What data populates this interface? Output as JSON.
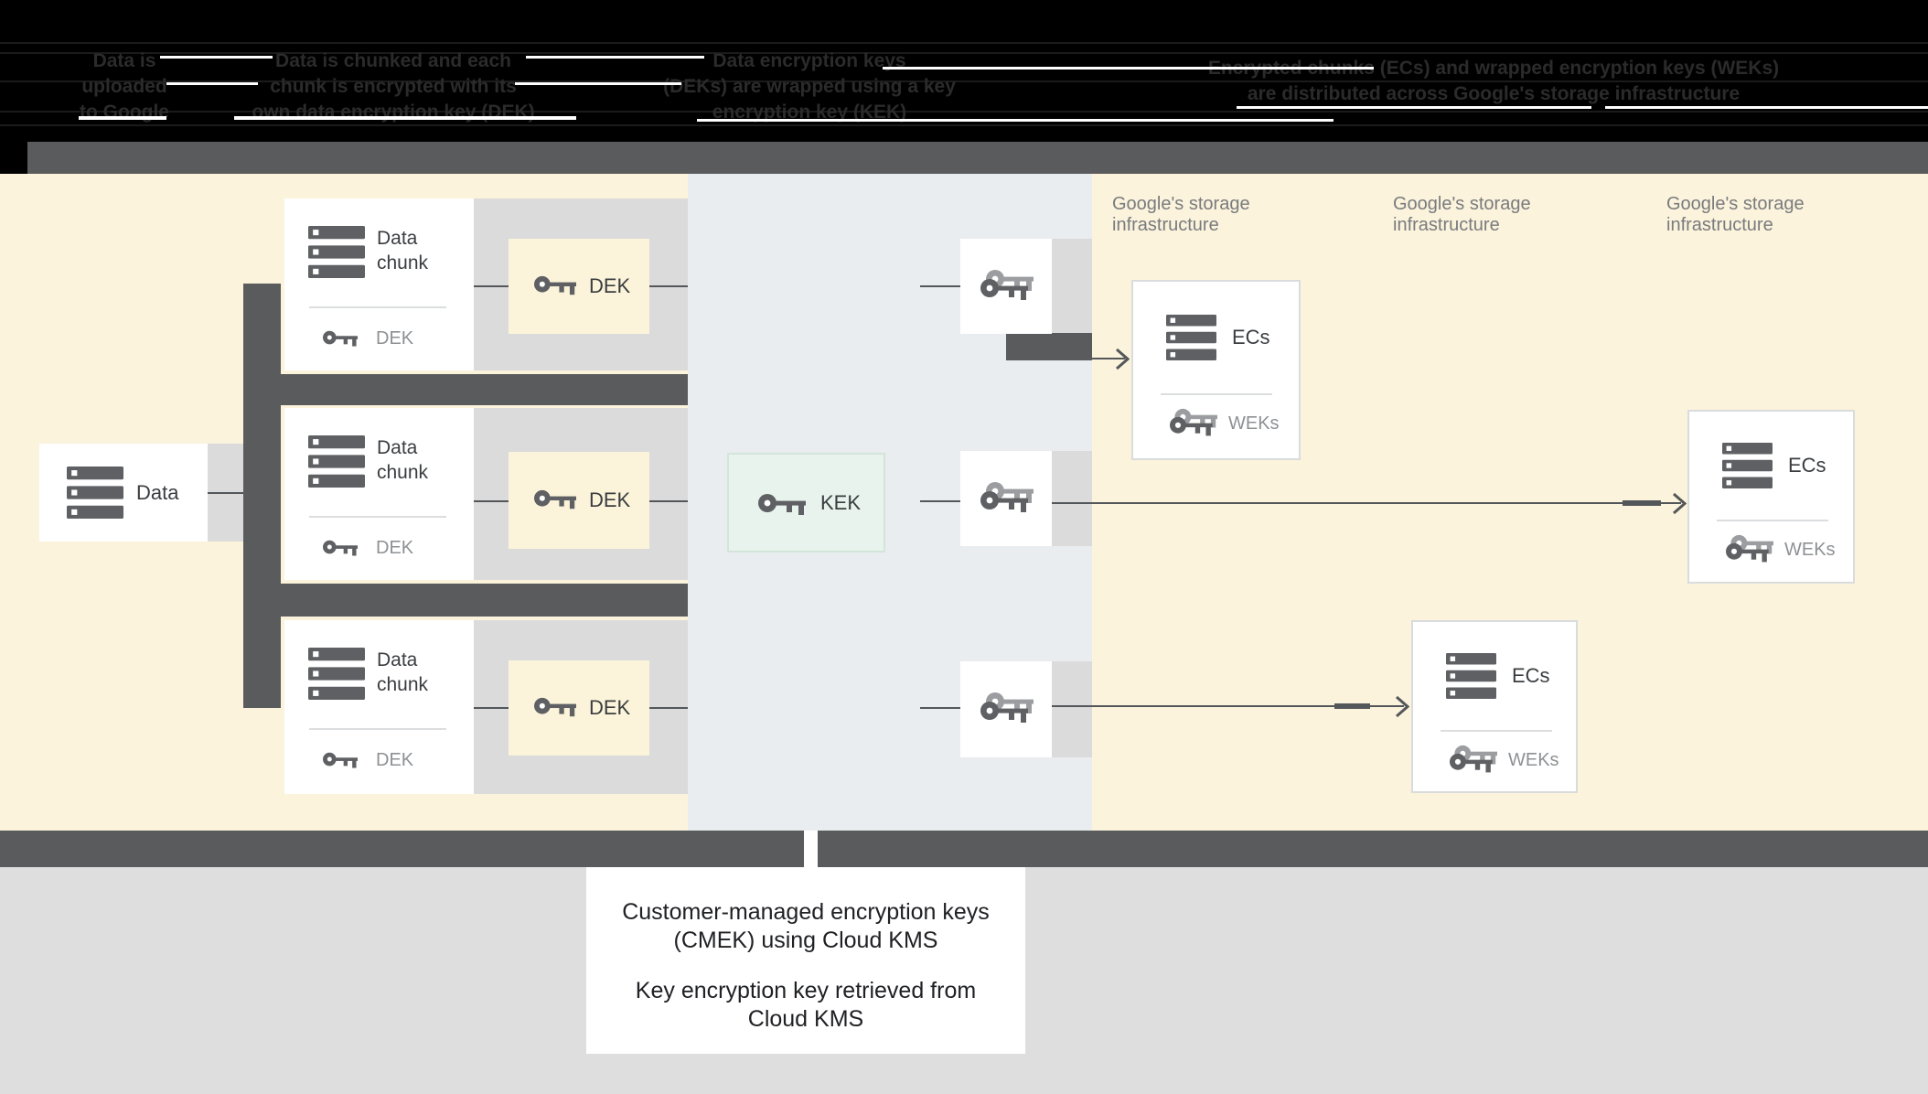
{
  "top_notes": {
    "col1": {
      "lines": [
        "Data is",
        "uploaded",
        "to Google"
      ]
    },
    "col2": {
      "lines": [
        "Data is chunked and each",
        "chunk is encrypted with its",
        "own data encryption key (DEK)"
      ]
    },
    "col3": {
      "lines": [
        "Data encryption keys",
        "(DEKs) are wrapped using a key",
        "encryption key (KEK)"
      ]
    },
    "col4": {
      "lines": [
        "Encrypted chunks (ECs) and wrapped encryption keys (WEKs)",
        "are distributed across Google's storage infrastructure"
      ]
    }
  },
  "diagram": {
    "data_box": {
      "label": "Data"
    },
    "chunk_box": {
      "title_lines": [
        "Data",
        "chunk"
      ],
      "key_label": "DEK"
    },
    "dek_box": {
      "label": "DEK"
    },
    "kek_box": {
      "label": "KEK"
    },
    "ecs_box": {
      "label": "ECs",
      "key_label": "WEKs"
    },
    "storage_label": {
      "line1": "Google's storage",
      "line2": "infrastructure"
    }
  },
  "footer": {
    "line1": "Customer-managed encryption keys",
    "line2": "(CMEK) using Cloud KMS",
    "line3": "Key encryption key retrieved from",
    "line4": "Cloud KMS"
  },
  "colors": {
    "cream_background": "#fbf3dc",
    "kms_section_background": "#e9edef",
    "dek_fill": "#fcf4da",
    "kek_fill": "#e7f3ec",
    "dark_connector": "#5a5b5c",
    "light_connector": "#dbdbdb",
    "footer_background": "#dedede",
    "icon_gray": "#5e6063",
    "muted_label": "#8e9194"
  }
}
